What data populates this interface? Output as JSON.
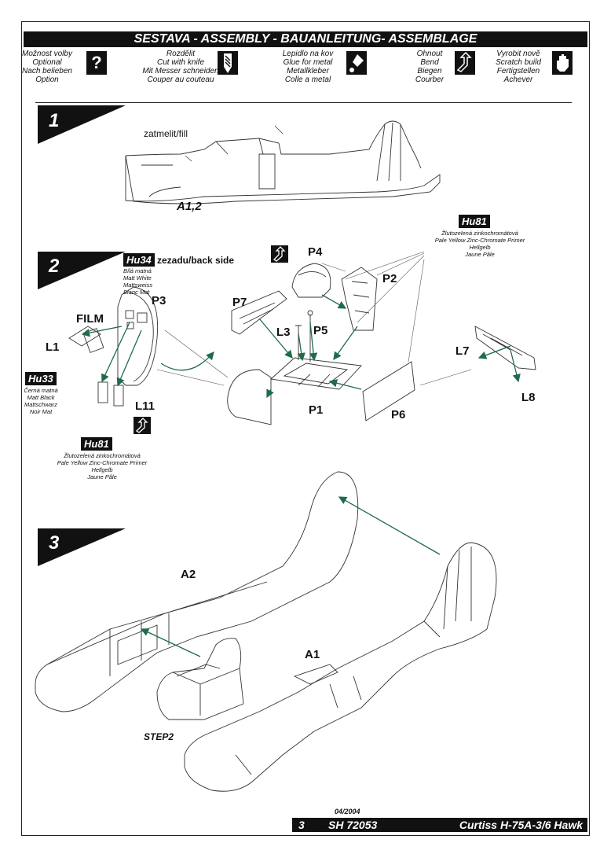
{
  "header": {
    "title": "SESTAVA -  ASSEMBLY - BAUANLEITUNG- ASSEMBLAGE"
  },
  "legend": [
    {
      "lines": [
        "Možnost volby",
        "Optional",
        "Nach belieben",
        "Option"
      ],
      "icon": "question-mark-icon",
      "glyph": "?"
    },
    {
      "lines": [
        "Rozdělit",
        "Cut with knife",
        "Mit Messer schneiden",
        "Couper au couteau"
      ],
      "icon": "knife-icon",
      "glyph": ""
    },
    {
      "lines": [
        "Lepidlo na kov",
        "Glue for metal",
        "Metallkleber",
        "Colle a metal"
      ],
      "icon": "glue-bottle-icon",
      "glyph": ""
    },
    {
      "lines": [
        "Ohnout",
        "Bend",
        "Biegen",
        "Courber"
      ],
      "icon": "bend-arrow-icon",
      "glyph": ""
    },
    {
      "lines": [
        "Vyrobit nově",
        "Scratch build",
        "Fertigstellen",
        "Achever"
      ],
      "icon": "hand-icon",
      "glyph": ""
    }
  ],
  "steps": [
    {
      "number": "1"
    },
    {
      "number": "2"
    },
    {
      "number": "3"
    }
  ],
  "step1": {
    "note": "zatmelit/fill",
    "parts": "A1,2"
  },
  "step2": {
    "labels": {
      "film": "FILM",
      "l1": "L1",
      "p3": "P3",
      "l11": "L11",
      "p4": "P4",
      "p2": "P2",
      "p7": "P7",
      "l3": "L3",
      "p5": "P5",
      "p1": "P1",
      "p6": "P6",
      "l7": "L7",
      "l8": "L8",
      "back_side": "zezadu/back side"
    },
    "paints": [
      {
        "code": "Hu34",
        "lines": [
          "Bílá matná",
          "Matt White",
          "Mattsweiss",
          "Blanc Mat"
        ]
      },
      {
        "code": "Hu33",
        "lines": [
          "Černá matná",
          "Matt Black",
          "Mattschwarz",
          "Noir Mat"
        ]
      },
      {
        "code": "Hu81",
        "lines": [
          "Žlutozelená zinkochromátová",
          "Pale Yellow Zinc-Chromate Primer",
          "Hellgelb",
          "Jaune Pâle"
        ]
      },
      {
        "code": "Hu81",
        "lines": [
          "Žlutozelená zinkochromátová",
          "Pale Yellow Zinc-Chromate Primer",
          "Hellgelb",
          "Jaune Pâle"
        ]
      }
    ]
  },
  "step3": {
    "a1": "A1",
    "a2": "A2",
    "step2_ref": "STEP2"
  },
  "footer": {
    "date": "04/2004",
    "page": "3",
    "code": "SH 72053",
    "title": "Curtiss H-75A-3/6 Hawk"
  },
  "colors": {
    "arrow": "#1f6b4a",
    "ink": "#111111"
  }
}
